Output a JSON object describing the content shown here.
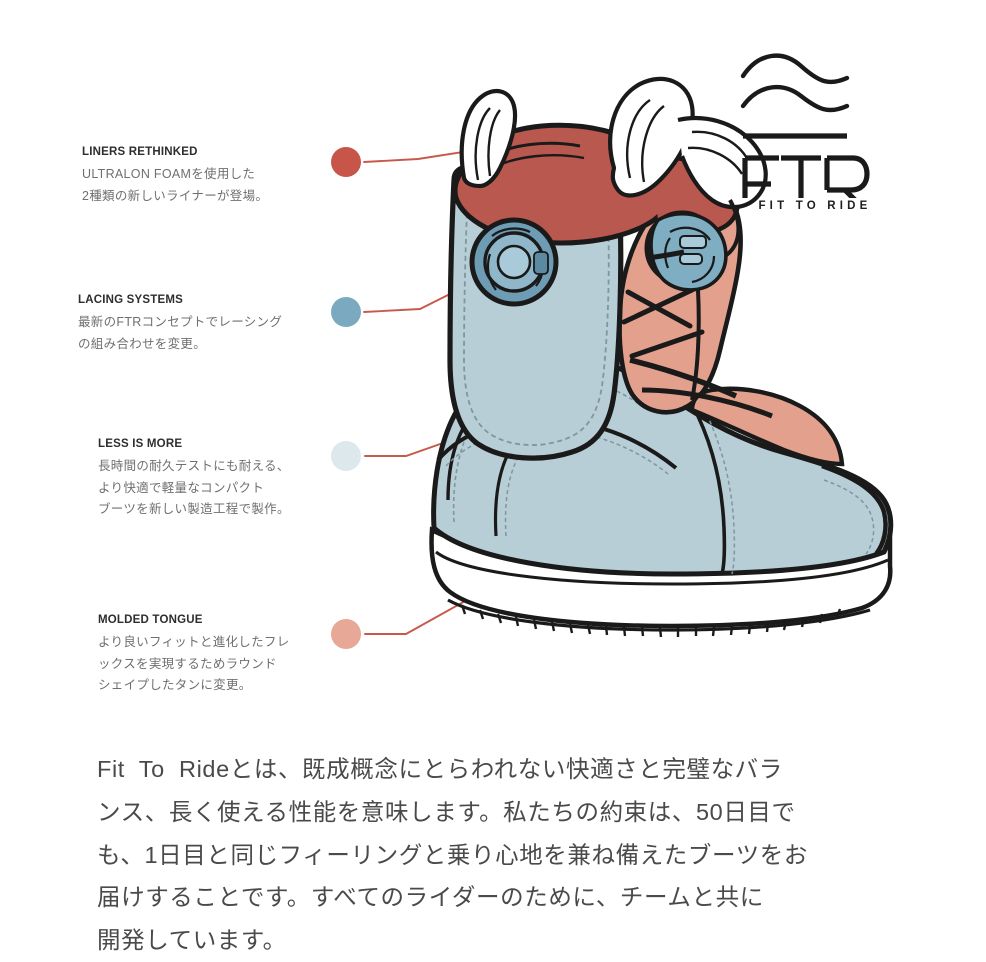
{
  "brand": {
    "logo_name": "ftr-logo",
    "wordmark": "FTR",
    "tagline": "FIT TO RIDE"
  },
  "product": {
    "name": "snowboard-boot",
    "colors": {
      "shell_blue": "#b8ced6",
      "liner_red": "#b9584e",
      "tongue_salmon": "#e3a18d",
      "dial_blue": "#6e9cb4",
      "sole_white": "#ffffff",
      "outline_black": "#1a1a1a"
    }
  },
  "callouts": {
    "line_color": "#c9584c",
    "items": [
      {
        "id": "liners-rethinked",
        "title": "LINERS RETHINKED",
        "dot_color": "#c7554a",
        "body_lines": [
          "ULTRALON FOAMを使用した",
          "2種類の新しいライナーが登場。"
        ]
      },
      {
        "id": "lacing-systems",
        "title": "LACING SYSTEMS",
        "dot_color": "#7aa9c0",
        "body_lines": [
          "最新のFTRコンセプトでレーシング",
          "の組み合わせを変更。"
        ]
      },
      {
        "id": "less-is-more",
        "title": "LESS IS MORE",
        "dot_color": "#dde8ed",
        "body_lines": [
          "長時間の耐久テストにも耐える、",
          "より快適で軽量なコンパクト",
          "ブーツを新しい製造工程で製作。"
        ]
      },
      {
        "id": "molded-tongue",
        "title": "MOLDED TONGUE",
        "dot_color": "#e8a898",
        "body_lines": [
          "より良いフィットと進化したフレ",
          "ックスを実現するためラウンド",
          "シェイプしたタンに変更。"
        ]
      }
    ]
  },
  "bottom_copy": {
    "lines": [
      "Fit  To  Rideとは、既成概念にとらわれない快適さと完璧なバラ",
      "ンス、長く使える性能を意味します。私たちの約束は、50日目で",
      "も、1日目と同じフィーリングと乗り心地を兼ね備えたブーツをお",
      "届けすることです。すべてのライダーのために、チームと共に",
      "開発しています。"
    ]
  }
}
